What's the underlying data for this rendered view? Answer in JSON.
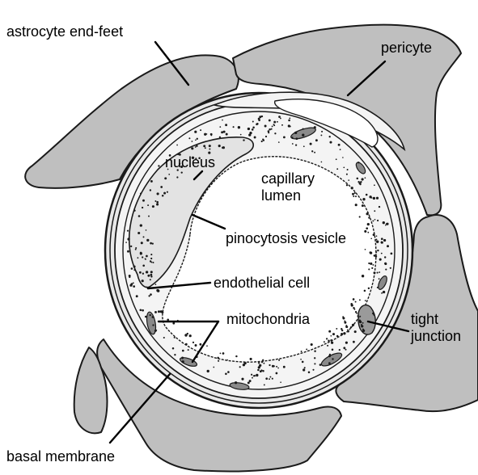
{
  "labels": {
    "astrocyte_end_feet": "astrocyte end-feet",
    "pericyte": "pericyte",
    "nucleus": "nucleus",
    "capillary_lumen_line1": "capillary",
    "capillary_lumen_line2": "lumen",
    "pinocytosis_vesicle": "pinocytosis vesicle",
    "endothelial_cell": "endothelial cell",
    "mitochondria": "mitochondria",
    "tight_junction_line1": "tight",
    "tight_junction_line2": "junction",
    "basal_membrane": "basal membrane"
  },
  "colors": {
    "astrocyte_fill": "#bfbfbf",
    "outline": "#1a1a1a",
    "endothelium_fill": "#f4f4f4",
    "nucleus_fill": "#e3e3e3",
    "lumen_fill": "#ffffff",
    "basal_layer": "#e8e8e8"
  }
}
